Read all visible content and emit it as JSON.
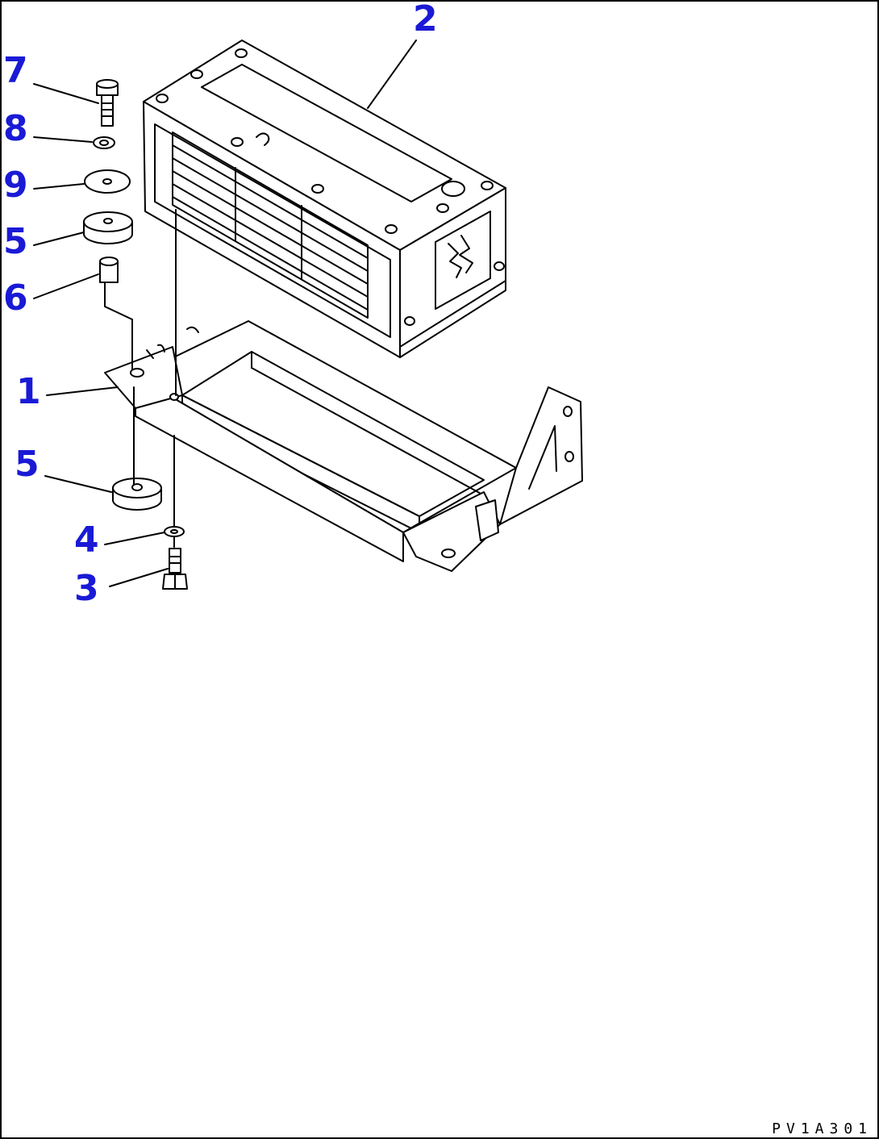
{
  "callouts": {
    "c1": "1",
    "c2": "2",
    "c3": "3",
    "c4": "4",
    "c5a": "5",
    "c5b": "5",
    "c6": "6",
    "c7": "7",
    "c8": "8",
    "c9": "9"
  },
  "drawing_code": "PV1A301",
  "colors": {
    "callout": "#1a1ad6",
    "line": "#000000",
    "background": "#ffffff"
  }
}
